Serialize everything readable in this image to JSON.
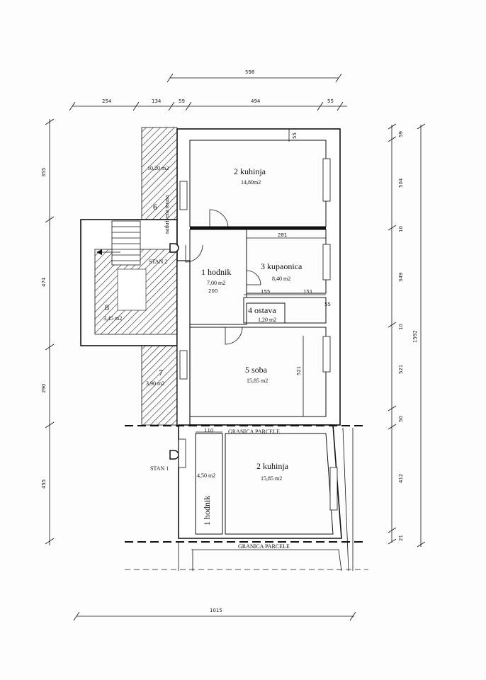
{
  "dimensions": {
    "top_total": "598",
    "top_segments": [
      "254",
      "134",
      "59",
      "494",
      "55"
    ],
    "left_segments": [
      "355",
      "474",
      "290",
      "455"
    ],
    "right_segments": [
      "59",
      "504",
      "10",
      "349",
      "10",
      "521",
      "50",
      "412",
      "21"
    ],
    "right_total": "1592",
    "bottom_total": "1015",
    "inner": [
      "55",
      "281",
      "200",
      "155",
      "151",
      "55",
      "521",
      "110"
    ]
  },
  "labels": {
    "stan2": "STAN 2",
    "stan1": "STAN 1",
    "granica1": "GRANICA PARCELE",
    "granica2": "GRANICA PARCELE"
  },
  "rooms": {
    "kuhinja_top": {
      "name": "2  kuhinja",
      "area": "14,80m2"
    },
    "hodnik": {
      "name": "1  hodnik",
      "area": "7,00 m2"
    },
    "kupaonica": {
      "name": "3  kupaonica",
      "area": "8,40 m2"
    },
    "ostava": {
      "name": "4  ostava",
      "area": "1,20 m2"
    },
    "soba": {
      "name": "5  soba",
      "area": "15,85 m2"
    },
    "terasa": {
      "num": "6",
      "name": "natkrivena terasa",
      "area": "10,20 m2"
    },
    "room8": {
      "num": "8",
      "area": "3,45 m2"
    },
    "room7": {
      "num": "7",
      "area": "3,90 m2"
    },
    "kuhinja_bottom": {
      "name": "2  kuhinja",
      "area": "15,85 m2"
    },
    "hodnik_bottom": {
      "name": "1  hodnik",
      "area": "4,50 m2"
    }
  }
}
